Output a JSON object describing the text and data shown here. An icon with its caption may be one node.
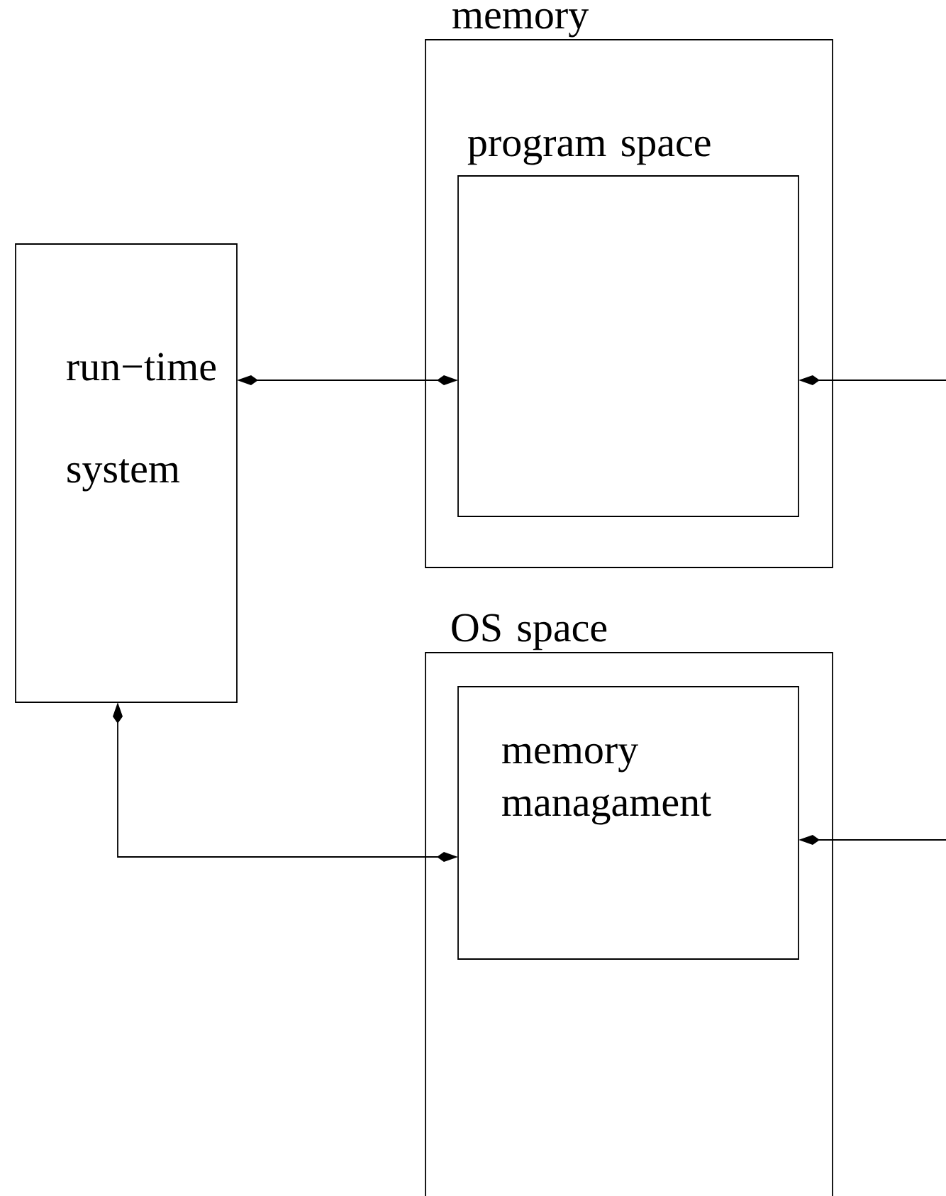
{
  "diagram": {
    "nodes": [
      {
        "text": [
          "memory"
        ]
      },
      {
        "text": [
          "program space"
        ],
        "in": 0
      },
      {
        "text": [
          "run−time system"
        ]
      },
      {
        "text": [
          "OS space"
        ]
      },
      {
        "text": [
          "memory managament"
        ],
        "in": 3
      }
    ],
    "edges": [
      {
        "from": 2,
        "to": 1,
        "arrow": "both"
      },
      {
        "from": null,
        "to": 1,
        "arrow": "to"
      },
      {
        "from": 2,
        "to": 4,
        "arrow": "both"
      },
      {
        "from": null,
        "to": 4,
        "arrow": "to"
      }
    ]
  }
}
